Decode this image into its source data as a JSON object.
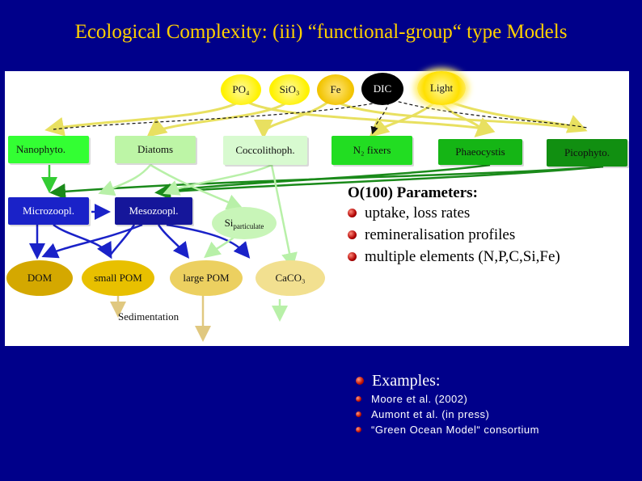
{
  "title": "Ecological Complexity: (iii) “functional-group“ type Models",
  "nutrients": {
    "po4": "PO₄",
    "sio3": "SiO₃",
    "fe": "Fe",
    "dic": "DIC",
    "light": "Light"
  },
  "phyto": {
    "nanophyto": "Nanophyto.",
    "diatoms": "Diatoms",
    "coccolith": "Coccolithoph.",
    "n2fixers": "N₂ fixers",
    "phaeocystis": "Phaeocystis",
    "picophyto": "Picophyto."
  },
  "zoo": {
    "micro": "Microzoopl.",
    "meso": "Mesozoopl."
  },
  "si_part": {
    "main": "Si",
    "sub": "particulate"
  },
  "detritus": {
    "dom": "DOM",
    "small_pom": "small POM",
    "large_pom": "large POM",
    "caco3": "CaCO₃"
  },
  "sedimentation": "Sedimentation",
  "params": {
    "heading": "O(100) Parameters:",
    "items": [
      "uptake, loss rates",
      "remineralisation profiles",
      "multiple elements (N,P,C,Si,Fe)"
    ]
  },
  "examples": {
    "heading": "Examples:",
    "items": [
      "Moore et al. (2002)",
      "Aumont et al. (in press)",
      "“Green Ocean Model“ consortium"
    ]
  },
  "colors": {
    "background": "#00008a",
    "title": "#ffd000",
    "nanophyto": "#33ff33",
    "diatoms": "#bdf5a6",
    "coccolith": "#d8fad0",
    "n2fixers": "#22dd22",
    "phaeocystis": "#15b515",
    "picophyto": "#118f11",
    "zooplankton": "#1a22c8",
    "detritus": "#e6b400"
  }
}
